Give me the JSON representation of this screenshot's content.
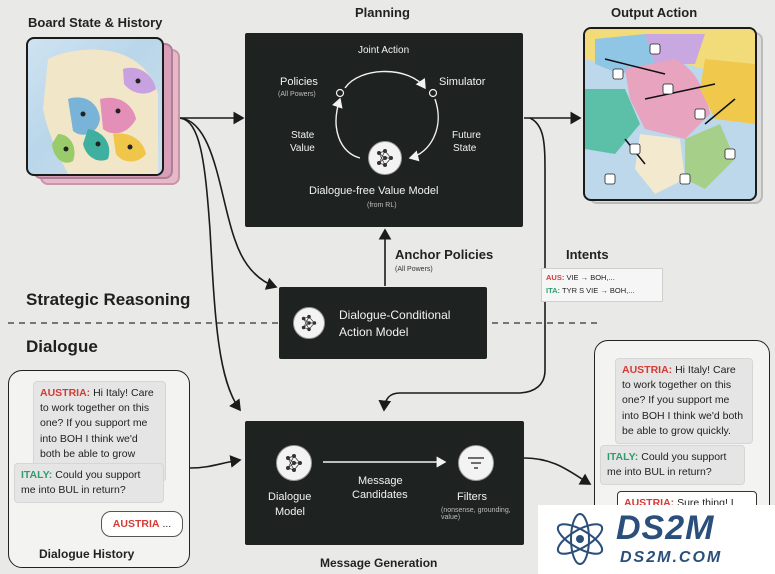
{
  "sections": {
    "strategic_reasoning": "Strategic Reasoning",
    "dialogue": "Dialogue"
  },
  "board": {
    "title": "Board State & History"
  },
  "output": {
    "title": "Output Action"
  },
  "planning": {
    "title": "Planning",
    "joint_action": "Joint Action",
    "policies": "Policies",
    "policies_sub": "(All Powers)",
    "simulator": "Simulator",
    "state_value_1": "State",
    "state_value_2": "Value",
    "future_state_1": "Future",
    "future_state_2": "State",
    "value_model": "Dialogue-free Value Model",
    "value_model_sub": "(from RL)"
  },
  "anchor": {
    "title": "Anchor Policies",
    "sub": "(All Powers)"
  },
  "intents": {
    "title": "Intents",
    "row1_power": "AUS:",
    "row1_text": "VIE → BOH,...",
    "row2_power": "ITA:",
    "row2_text": "TYR S VIE → BOH,..."
  },
  "dcam": {
    "line1": "Dialogue-Conditional",
    "line2": "Action Model"
  },
  "generation": {
    "title": "Message Generation",
    "dialogue_model_1": "Dialogue",
    "dialogue_model_2": "Model",
    "candidates_1": "Message",
    "candidates_2": "Candidates",
    "filters": "Filters",
    "filters_sub": "(nonsense, grounding, value)"
  },
  "history": {
    "title": "Dialogue History",
    "msg1_who": "AUSTRIA:",
    "msg1_text": "Hi Italy! Care to work together on this one? If you support me into BOH I think we'd both be able to grow quickly.",
    "msg2_who": "ITALY:",
    "msg2_text": "Could you support me into BUL in return?",
    "draft_who": "AUSTRIA",
    "draft_text": "..."
  },
  "output_dialogue": {
    "msg1_who": "AUSTRIA:",
    "msg1_text": "Hi Italy! Care to work together on this one? If you support me into BOH I think we'd both be able to grow quickly.",
    "msg2_who": "ITALY:",
    "msg2_text": "Could you support me into BUL in return?",
    "msg3_who": "AUSTRIA:",
    "msg3_text": "Sure thing! I"
  },
  "watermark": {
    "brand": "DS2M",
    "url": "DS2M.COM"
  },
  "colors": {
    "dark_box": "#1e2322",
    "austria": "#d43b34",
    "italy": "#2f9d6e",
    "background": "#e9e9e7"
  }
}
